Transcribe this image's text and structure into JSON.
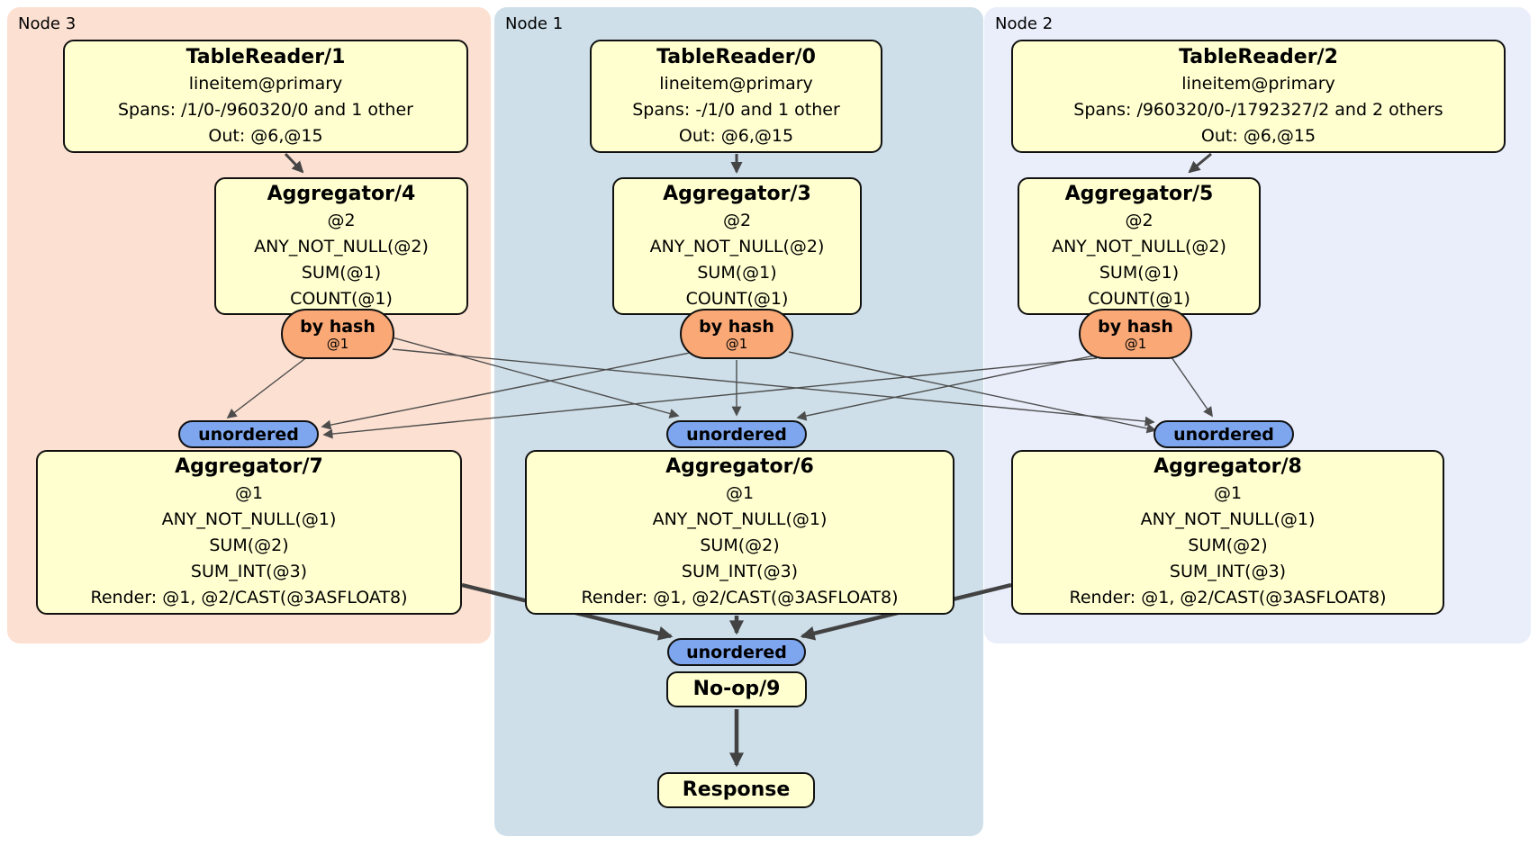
{
  "regions": [
    {
      "label": "Node 3"
    },
    {
      "label": "Node 1"
    },
    {
      "label": "Node 2"
    }
  ],
  "processors": {
    "tr1": {
      "title": "TableReader/1",
      "lines": [
        "lineitem@primary",
        "Spans: /1/0-/960320/0 and 1 other",
        "Out: @6,@15"
      ]
    },
    "tr0": {
      "title": "TableReader/0",
      "lines": [
        "lineitem@primary",
        "Spans: -/1/0 and 1 other",
        "Out: @6,@15"
      ]
    },
    "tr2": {
      "title": "TableReader/2",
      "lines": [
        "lineitem@primary",
        "Spans: /960320/0-/1792327/2 and 2 others",
        "Out: @6,@15"
      ]
    },
    "agg4": {
      "title": "Aggregator/4",
      "lines": [
        "@2",
        "ANY_NOT_NULL(@2)",
        "SUM(@1)",
        "COUNT(@1)"
      ]
    },
    "agg3": {
      "title": "Aggregator/3",
      "lines": [
        "@2",
        "ANY_NOT_NULL(@2)",
        "SUM(@1)",
        "COUNT(@1)"
      ]
    },
    "agg5": {
      "title": "Aggregator/5",
      "lines": [
        "@2",
        "ANY_NOT_NULL(@2)",
        "SUM(@1)",
        "COUNT(@1)"
      ]
    },
    "agg7": {
      "title": "Aggregator/7",
      "lines": [
        "@1",
        "ANY_NOT_NULL(@1)",
        "SUM(@2)",
        "SUM_INT(@3)",
        "Render: @1, @2/CAST(@3ASFLOAT8)"
      ]
    },
    "agg6": {
      "title": "Aggregator/6",
      "lines": [
        "@1",
        "ANY_NOT_NULL(@1)",
        "SUM(@2)",
        "SUM_INT(@3)",
        "Render: @1, @2/CAST(@3ASFLOAT8)"
      ]
    },
    "agg8": {
      "title": "Aggregator/8",
      "lines": [
        "@1",
        "ANY_NOT_NULL(@1)",
        "SUM(@2)",
        "SUM_INT(@3)",
        "Render: @1, @2/CAST(@3ASFLOAT8)"
      ]
    },
    "noop": {
      "title": "No-op/9"
    },
    "response": {
      "title": "Response"
    }
  },
  "routers": {
    "by_hash": {
      "label": "by hash",
      "detail": "@1"
    },
    "unordered": {
      "label": "unordered"
    }
  },
  "colors": {
    "node3_bg": "#fce0d1",
    "node1_bg": "#cedfe9",
    "node2_bg": "#e9eefa",
    "box_bg": "#ffffd0",
    "box_border": "#111111",
    "by_hash_bg": "#f9a876",
    "unordered_bg": "#7da6ef",
    "edge": "#4d4d4d"
  }
}
